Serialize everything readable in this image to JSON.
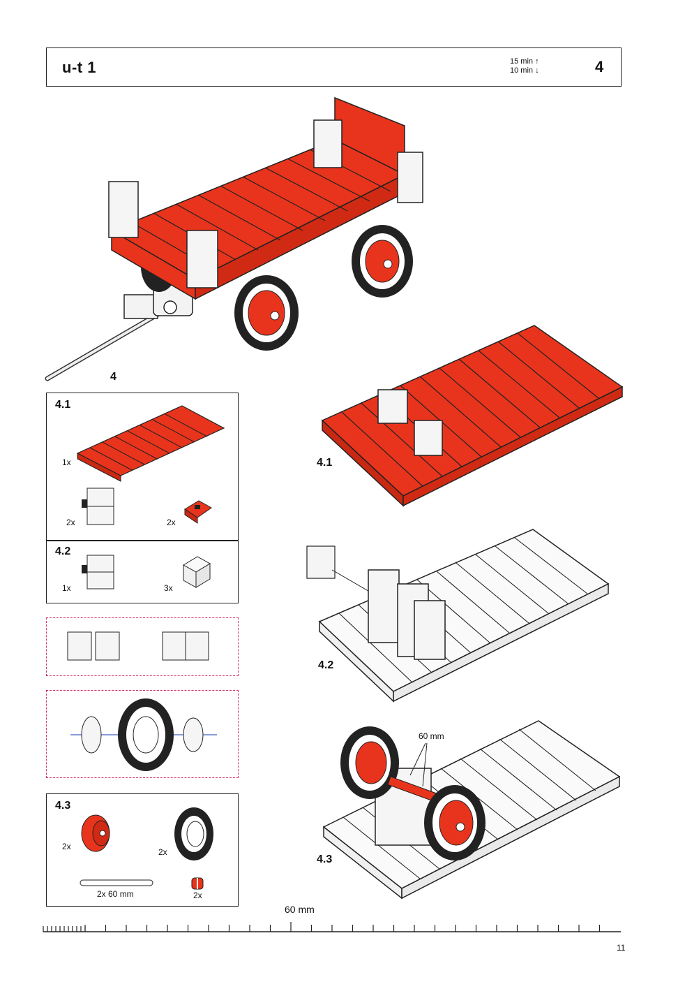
{
  "header": {
    "title": "u-t 1",
    "time_up": "15 min ↑",
    "time_down": "10 min ↓",
    "step": "4"
  },
  "figures": {
    "main_label": "4",
    "step_4_1": "4.1",
    "step_4_2": "4.2",
    "step_4_3": "4.3"
  },
  "parts": {
    "p41_plate_qty": "1x",
    "p41_block_qty": "2x",
    "p41_red_qty": "2x",
    "p42_block_qty": "1x",
    "p42_white_qty": "3x",
    "p43_hub_qty": "2x",
    "p43_tire_qty": "2x",
    "p43_axle_qty": "2x 60 mm",
    "p43_clip_qty": "2x"
  },
  "annotations": {
    "axle_length": "60 mm"
  },
  "ruler": {
    "label": "60 mm"
  },
  "footer": {
    "page_number": "11"
  },
  "colors": {
    "red": "#e8341c",
    "dash": "#d6336c"
  }
}
